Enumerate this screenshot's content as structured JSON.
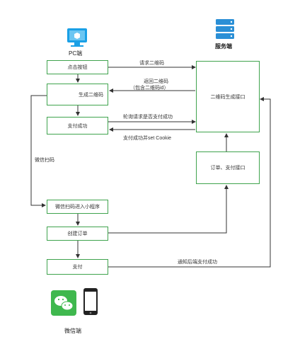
{
  "actors": {
    "pc": "PC端",
    "server": "服务端",
    "wechat": "微信端"
  },
  "boxes": {
    "click_button": "点击按钮",
    "qrcode": "生成二维码",
    "pay_success": "支付成功",
    "server_api": "二维码生成接口",
    "order_api": "订单、支付接口",
    "wechat_enter": "微信扫码进入小程序",
    "create_order": "创建订单",
    "pay": "支付"
  },
  "arrows": {
    "req_qrcode": "请求二维码",
    "return_qrcode": "返回二维码",
    "return_qrcode_sub": "（包含二维码id）",
    "poll": "轮询请求是否支付成功",
    "success_cookie": "支付成功并set Cookie",
    "scan": "微信扫码",
    "notify": "通知后端支付成功"
  },
  "colors": {
    "box_border": "#3fa34d",
    "line": "#333333",
    "pc_icon": "#1aa0e6",
    "server_icon": "#2a8fd6",
    "wechat_green": "#3fb84e"
  },
  "icons": [
    "monitor-icon",
    "server-icon",
    "wechat-icon",
    "phone-icon",
    "qrcode-icon"
  ]
}
